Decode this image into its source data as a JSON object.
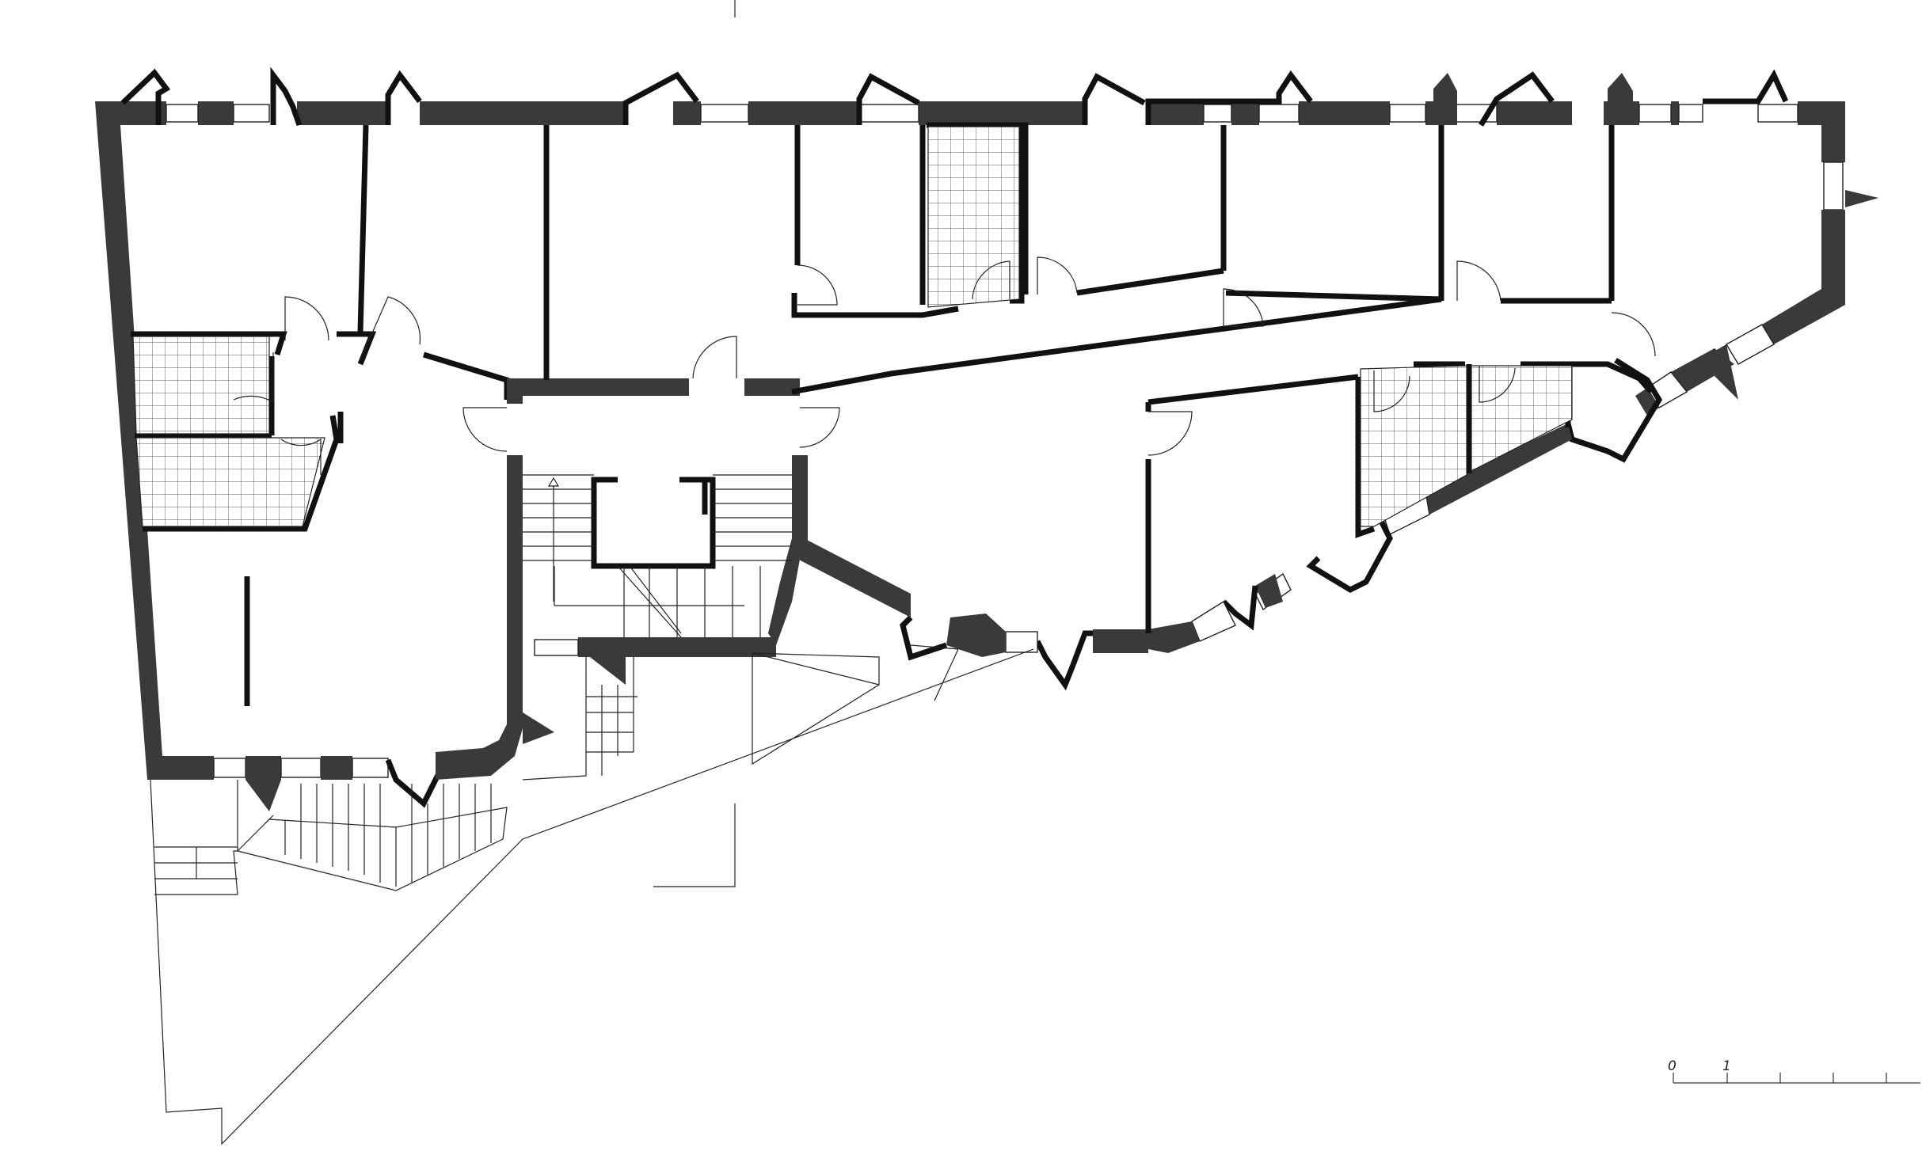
{
  "plan": {
    "wall_color": "#3a3a3a",
    "line_color": "#111111",
    "tile_pattern": "grid",
    "scale_bar": {
      "labels": [
        "0",
        "1"
      ],
      "tick_count": 5
    }
  }
}
